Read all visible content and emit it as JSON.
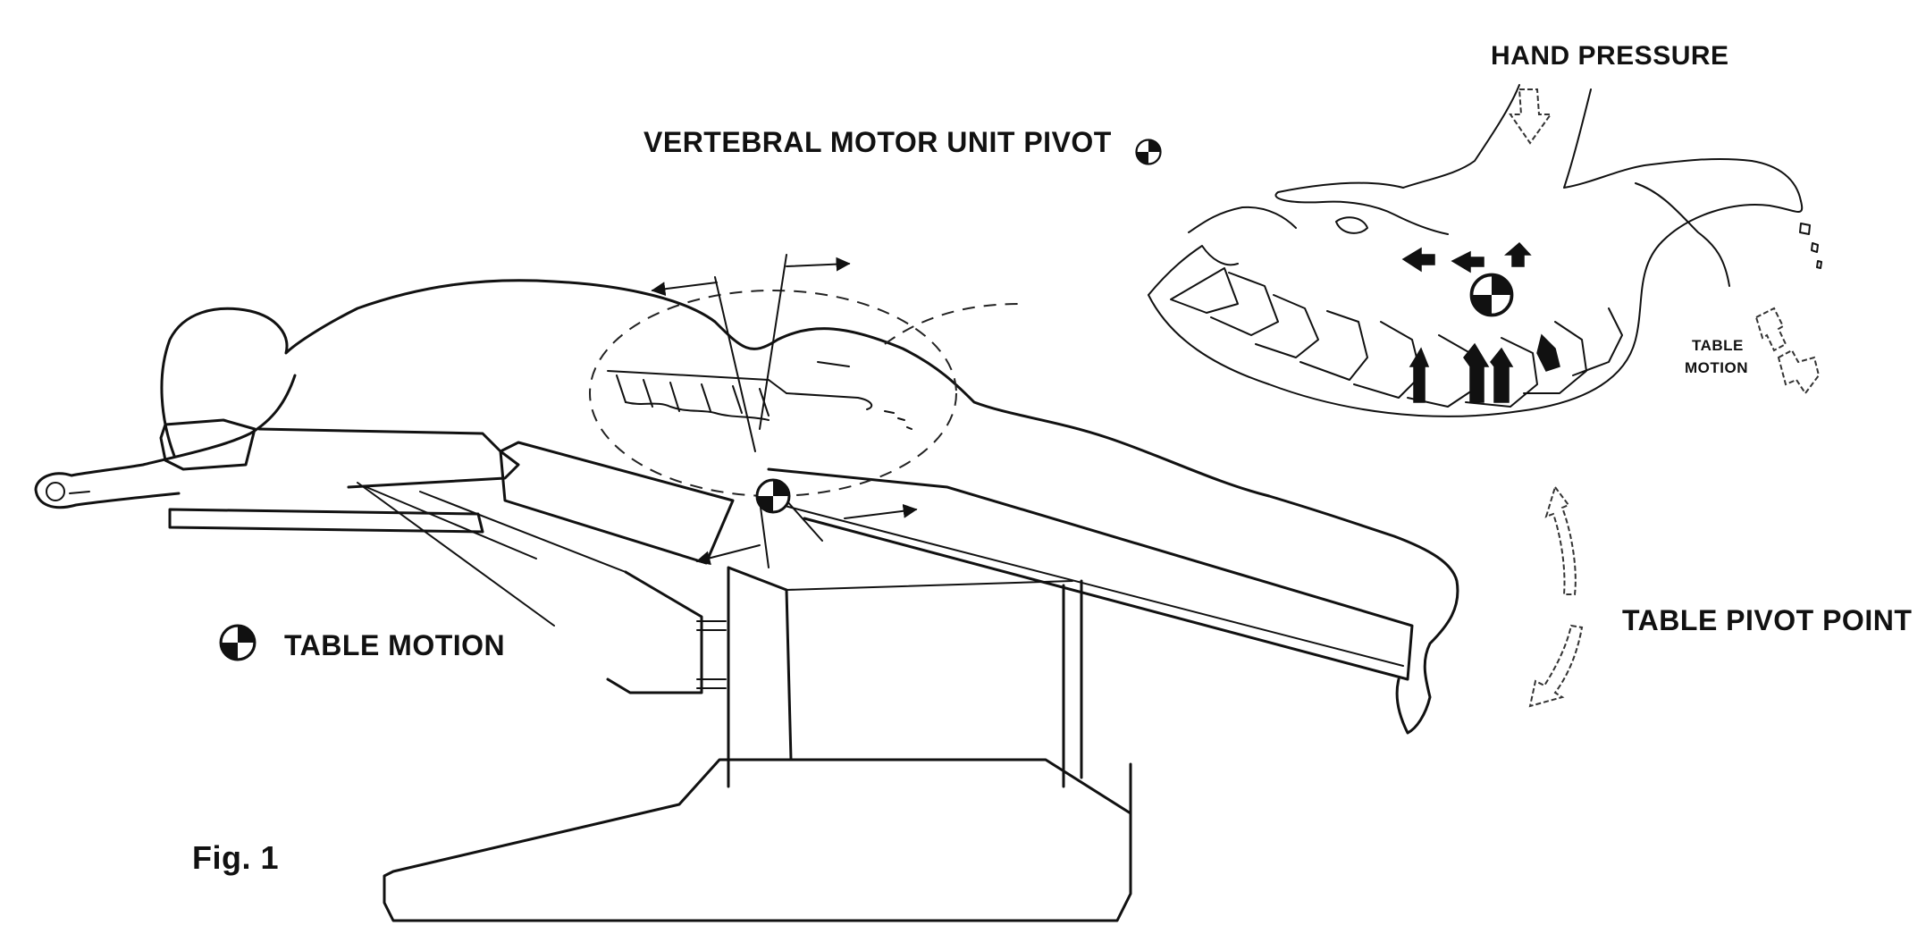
{
  "labels": {
    "hand_pressure": "HAND PRESSURE",
    "vertebral_pivot": "VERTEBRAL MOTOR UNIT PIVOT",
    "table_motion_inset_line1": "TABLE",
    "table_motion_inset_line2": "MOTION",
    "table_pivot_point": "TABLE PIVOT POINT",
    "table_motion": "TABLE MOTION",
    "figure_caption": "Fig. 1"
  },
  "icons": {
    "pivot_symbol": "quartered-circle-icon",
    "hand_arrow": "down-arrow-icon",
    "motion_arrow": "curved-arrow-icon"
  },
  "colors": {
    "ink": "#111111",
    "paper": "#ffffff"
  }
}
